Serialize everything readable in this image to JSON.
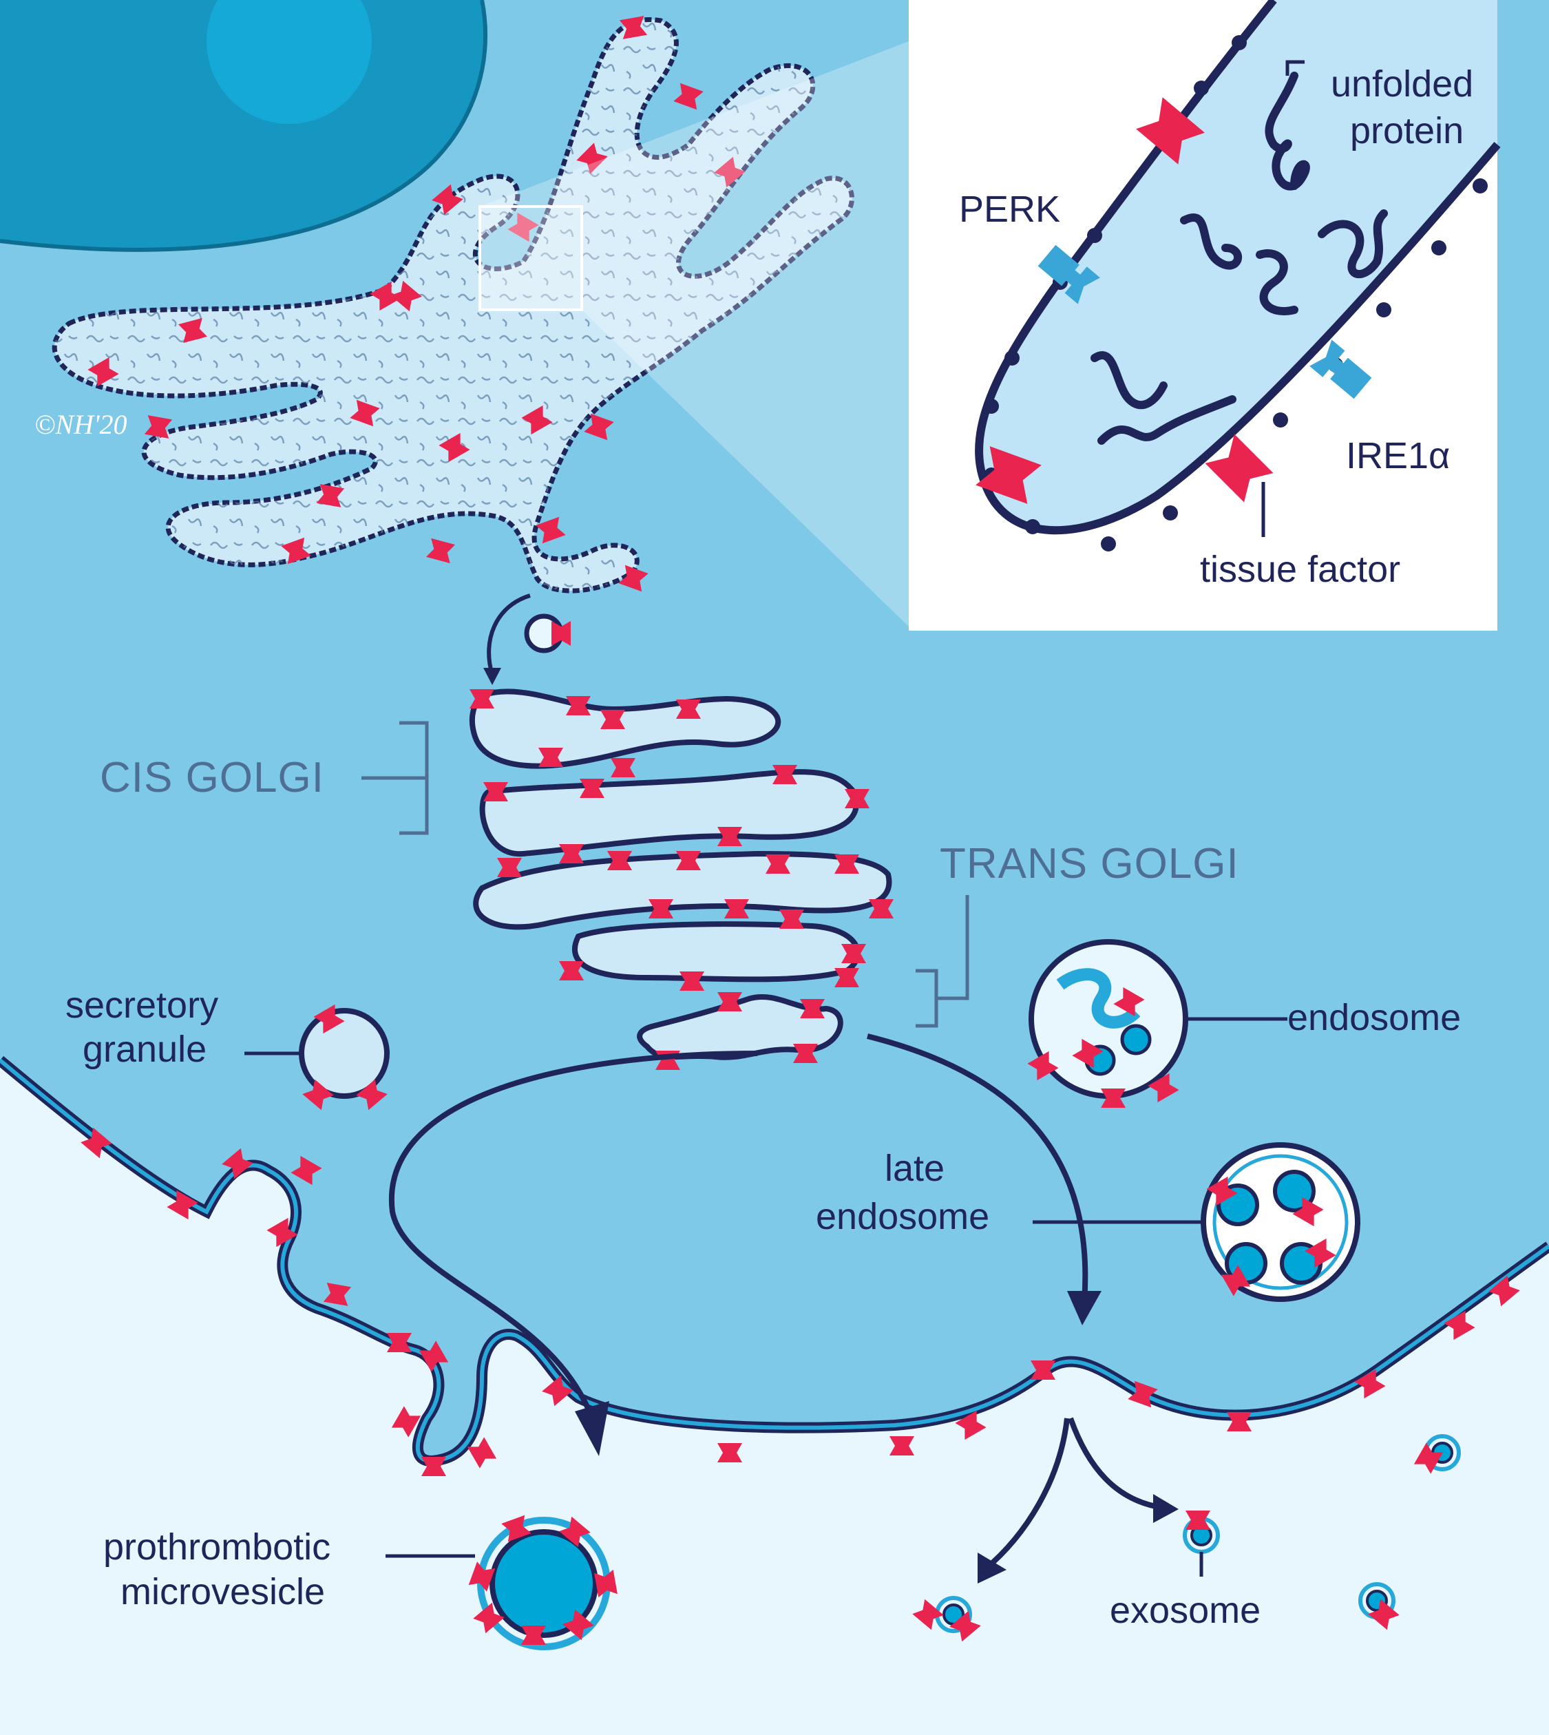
{
  "labels": {
    "unfolded_protein": [
      "unfolded",
      "protein"
    ],
    "perk": "PERK",
    "ire1a": "IRE1α",
    "tissue_factor": "tissue factor",
    "cis_golgi": "CIS GOLGI",
    "trans_golgi": "TRANS GOLGI",
    "endosome": "endosome",
    "secretory_granule": [
      "secretory",
      "granule"
    ],
    "late_endosome": [
      "late",
      "endosome"
    ],
    "prothrombotic_microvesicle": [
      "prothrombotic",
      "microvesicle"
    ],
    "exosome": "exosome"
  },
  "signature": "©NH'20",
  "colors": {
    "cytoplasm": "#7fc9e8",
    "nucleus": "#1597c2",
    "nucleolus": "#14a9d6",
    "er_lumen": "#cde9f8",
    "membrane": "#1f2459",
    "tissue_factor": "#e8244f",
    "receptor": "#3aa6d8",
    "extracellular": "#e8f6fd",
    "vesicle_core": "#00a6d6"
  }
}
